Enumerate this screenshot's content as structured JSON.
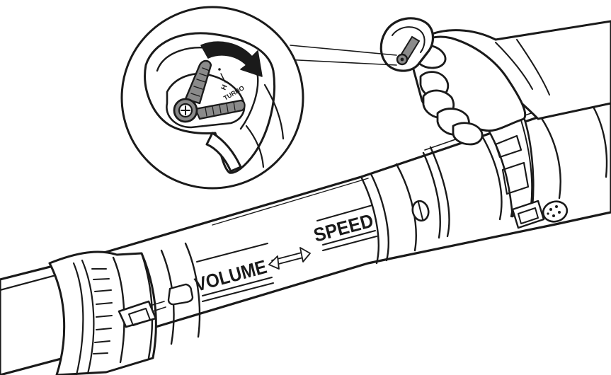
{
  "labels": {
    "volume": "VOLUME",
    "speed": "SPEED",
    "switch_high": "H",
    "switch_turbo": "TURBO"
  },
  "icons": {
    "direction_arrow": "double-headed-arrow-icon",
    "rotation_arrow": "curved-rotation-arrow-icon",
    "trigger_lock": "trigger-lock-lever-icon"
  },
  "colors": {
    "line": "#1a1a1a",
    "background": "#ffffff",
    "lever": "#8a8a8a"
  }
}
